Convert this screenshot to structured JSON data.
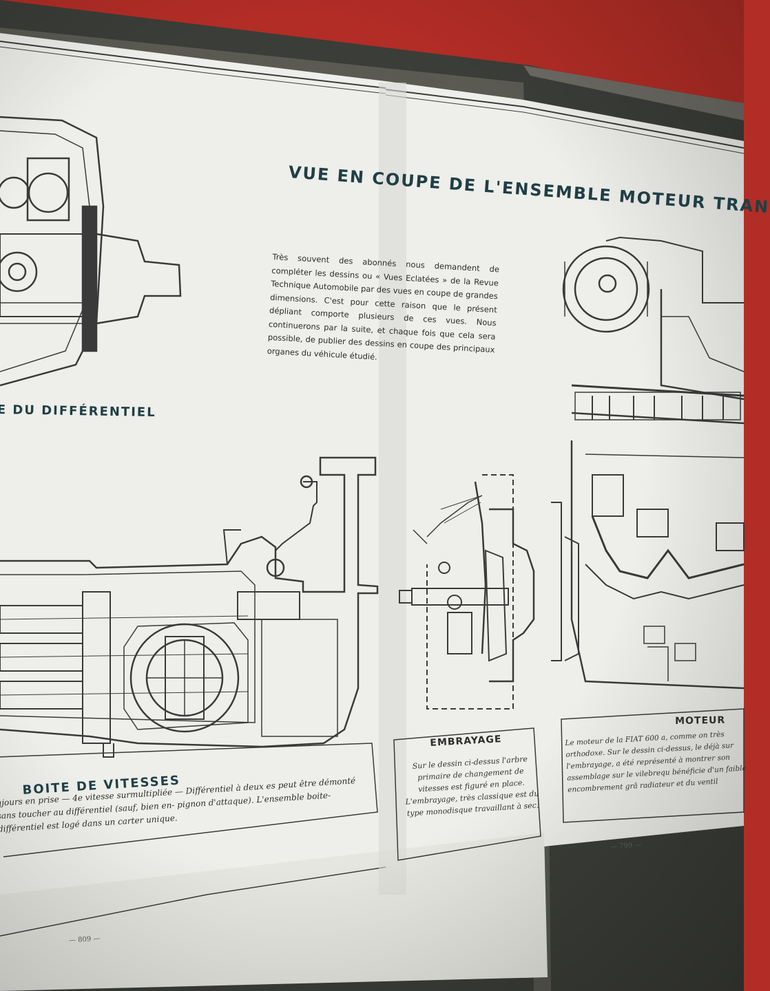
{
  "title": "VUE EN COUPE DE L'ENSEMBLE MOTEUR TRAN",
  "intro": "Très souvent des abonnés nous demandent de compléter les dessins ou « Vues Eclatées » de la Revue Technique Automobile par des vues en coupe de grandes dimensions. C'est pour cette raison que le présent dépliant comporte plusieurs de ces vues. Nous continuerons par la suite, et chaque fois que cela sera possible, de publier des dessins en coupe des principaux organes du véhicule étudié.",
  "sections": {
    "differential": {
      "title": "E DU DIFFÉRENTIEL"
    },
    "gearbox": {
      "title": "BOITE DE VITESSES",
      "text": "ujours en prise — 4e vitesse surmultipliée — Différentiel à deux es peut être démonté sans toucher au différentiel (sauf, bien en- pignon d'attaque). L'ensemble boite-différentiel est logé dans un carter unique."
    },
    "clutch": {
      "title": "EMBRAYAGE",
      "text": "Sur le dessin ci-dessus l'arbre primaire de changement de vitesses est figuré en place. L'embrayage, très classique est du type monodisque travaillant à sec."
    },
    "engine": {
      "title": "MOTEUR",
      "text": "Le moteur de la FIAT 600 a, comme on très orthodoxe. Sur le dessin ci-dessus, le déjà sur l'embrayage, a été représenté à montrer son assemblage sur le vilebrequ bénéficie d'un faible encombrement grâ radiateur et du ventil"
    }
  },
  "page_numbers": {
    "left": "— 809 —",
    "right": "— 799 —"
  },
  "colors": {
    "background": "#b22d26",
    "paper": "#eeeeea",
    "title_ink": "#1f3f45",
    "line_ink": "#3a3a3a",
    "cover": "#3b3d38"
  }
}
